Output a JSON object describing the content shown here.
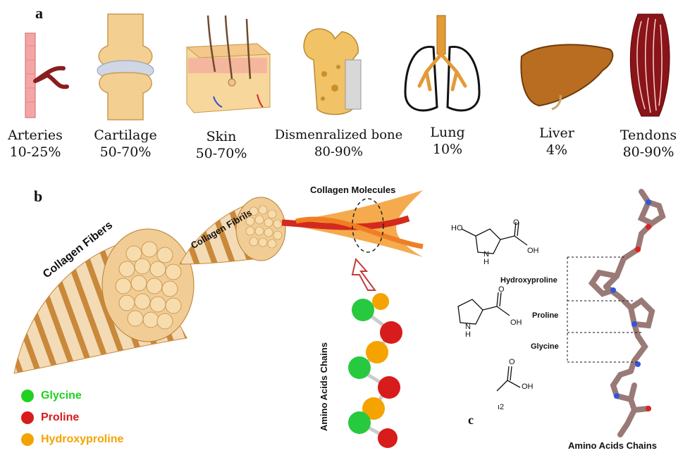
{
  "panels": {
    "a": "a",
    "b": "b",
    "c": "c"
  },
  "organs": [
    {
      "name": "Arteries",
      "percent": "10-25%"
    },
    {
      "name": "Cartilage",
      "percent": "50-70%"
    },
    {
      "name": "Skin",
      "percent": "50-70%"
    },
    {
      "name": "Dismenralized bone",
      "percent": "80-90%"
    },
    {
      "name": "Lung",
      "percent": "10%"
    },
    {
      "name": "Liver",
      "percent": "4%"
    },
    {
      "name": "Tendons",
      "percent": "80-90%"
    }
  ],
  "hierarchy": {
    "fibers": "Collagen Fibers",
    "fibrils": "Collagen Fibrils",
    "molecules": "Collagen Molecules",
    "chains": "Amino Acids Chains"
  },
  "legend": [
    {
      "label": "Glycine",
      "color": "#1fd21f"
    },
    {
      "label": "Proline",
      "color": "#d81b1b"
    },
    {
      "label": "Hydroxyproline",
      "color": "#f5a300"
    }
  ],
  "chemistry": {
    "ho": "HO",
    "oh1": "OH",
    "nh1": "N",
    "h1": "H",
    "o1": "O",
    "oh2": "OH",
    "nh2": "N",
    "h2": "H",
    "o2": "O",
    "oh3": "OH",
    "o3": "O",
    "nh3_fragment": "ı2"
  },
  "structure_labels": {
    "hydroxyproline": "Hydroxyproline",
    "proline": "Proline",
    "glycine": "Glycine",
    "caption": "Amino Acids Chains"
  }
}
